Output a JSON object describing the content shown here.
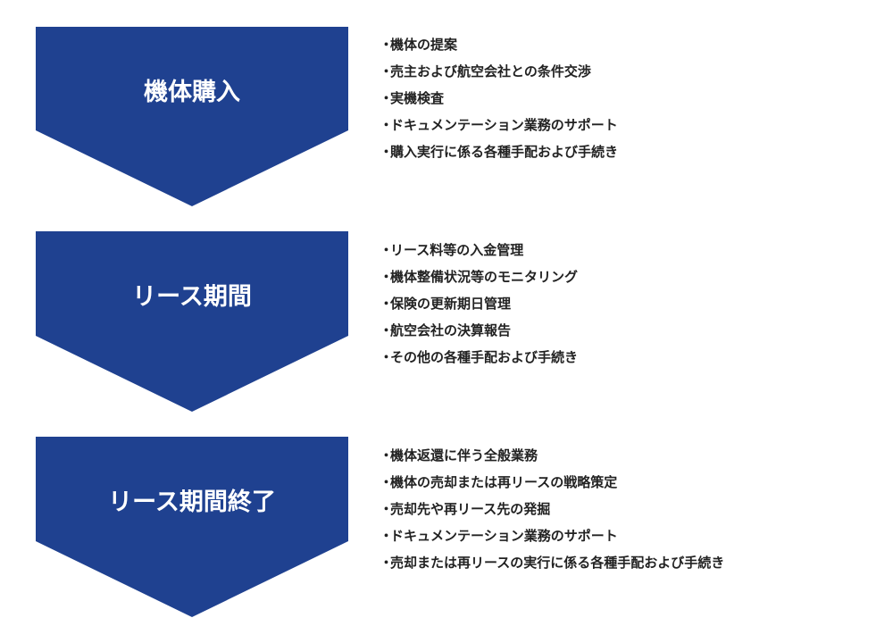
{
  "colors": {
    "arrow_fill": "#1f4190",
    "title_text": "#ffffff",
    "list_text": "#222222",
    "background": "#ffffff"
  },
  "bullet_glyph": "・",
  "stages": [
    {
      "title": "機体購入",
      "items": [
        "機体の提案",
        "売主および航空会社との条件交渉",
        "実機検査",
        "ドキュメンテーション業務のサポート",
        "購入実行に係る各種手配および手続き"
      ]
    },
    {
      "title": "リース期間",
      "items": [
        "リース料等の入金管理",
        "機体整備状況等のモニタリング",
        "保険の更新期日管理",
        "航空会社の決算報告",
        "その他の各種手配および手続き"
      ]
    },
    {
      "title": "リース期間終了",
      "items": [
        "機体返還に伴う全般業務",
        "機体の売却または再リースの戦略策定",
        "売却先や再リース先の発掘",
        "ドキュメンテーション業務のサポート",
        "売却または再リースの実行に係る各種手配および手続き"
      ]
    }
  ]
}
